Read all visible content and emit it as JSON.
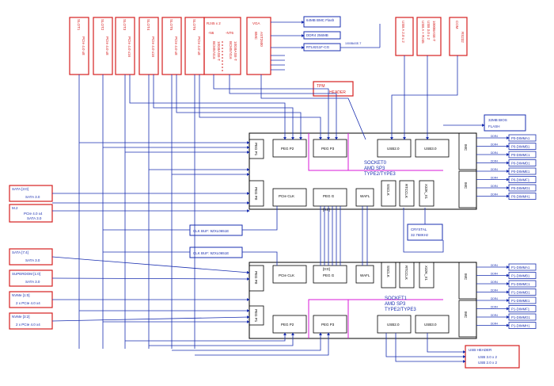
{
  "slots": [
    {
      "name": "SLOT1",
      "bus": "PCIe 4.0 x8"
    },
    {
      "name": "SLOT2",
      "bus": "PCIe 4.0 x8"
    },
    {
      "name": "SLOT3",
      "bus": "PCIe 4.0 x16"
    },
    {
      "name": "SLOT4",
      "bus": "PCIe 4.0 x16"
    },
    {
      "name": "SLOT5",
      "bus": "PCIe 4.0 x8"
    },
    {
      "name": "SLOT6",
      "bus": "PCIe 4.0 x8"
    }
  ],
  "rj45": {
    "title": "RJ45 x 2",
    "l1": "-N6",
    "l2": "-NT6",
    "p1": "BCM57416",
    "p2": "10GBASE-T",
    "p3": "BCM57416",
    "p4": "10GBASE-T"
  },
  "vga": {
    "title": "VGA",
    "chip": "BMC",
    "chip2": "AST2600"
  },
  "bmc_flash": "64MB BMC Flash",
  "ddr4": "DDR4 256MB",
  "rtl": "RTL8211F-CG",
  "rtl_side": "1000BASE-T",
  "usb_rear": {
    "a": "USB A 2.0 x 2",
    "b": "USB A + RJ45",
    "c": "USB 3.0 x 2",
    "d": "1000BASE-T",
    "com": "COM",
    "rs": "RS232"
  },
  "tpm": {
    "title": "TPM",
    "sub": "HEADER"
  },
  "bios": {
    "title": "32MB BIOS",
    "sub": "FLASH"
  },
  "socket0": {
    "name": "SOCKET0",
    "type": "AMD SP3",
    "gen": "TYPE2/TYPE3"
  },
  "socket1": {
    "name": "SOCKET1",
    "type": "AMD SP3",
    "gen": "TYPE2/TYPE3"
  },
  "blocks": {
    "pegp2": "PEG P2",
    "pegp3": "PEG P3",
    "pegp1": "PEG P1",
    "pegp0": "PEG P0",
    "usb20": "USB2.0",
    "usb30": "USB3.0",
    "pcieclk": "PCIe CLK",
    "pegg": "PEG G",
    "wafl": "WAFL",
    "ssclk": "SSCLK",
    "rtcclk": "RTCCLK",
    "x32k": "X32K_X1",
    "imc": "IMC",
    "g00": "[0:0]"
  },
  "left": [
    {
      "name": "SATA [3:0]",
      "sub": "SATA 3.0"
    },
    {
      "name": "M.2",
      "sub": "PCIe 4.0 x4",
      "sub2": "SATA 3.0"
    },
    {
      "name": "SATA [7:4]",
      "sub": "SATA 3.0"
    },
    {
      "name": "SUPERDOM [1:0]",
      "sub": "SATA 3.0"
    },
    {
      "name": "NVMe [1:0]",
      "sub": "2 x PCIe 4.0 x4"
    },
    {
      "name": "NVMe [3:2]",
      "sub": "2 x PCIe 4.0 x4"
    }
  ],
  "clkbuf": "CLK BUF: 9ZXL0651E",
  "crystal": {
    "l1": "CRYSTAL",
    "l2": "32.768KHz"
  },
  "dimms0": [
    "P0-DIMMA1",
    "P0-DIMMB1",
    "P0-DIMMC1",
    "P0-DIMMD1",
    "P0-DIMME1",
    "P0-DIMMF1",
    "P0-DIMMG1",
    "P0-DIMMH1"
  ],
  "dimms1": [
    "P1-DIMMA1",
    "P1-DIMMB1",
    "P1-DIMMC1",
    "P1-DIMMD1",
    "P1-DIMME1",
    "P1-DIMMF1",
    "P1-DIMMG1",
    "P1-DIMMH1"
  ],
  "ddr_label": "DDR4",
  "usbhdr": {
    "t": "USB HEADER",
    "a": "USB 3.0 x 2",
    "b": "USB 2.0 x 2"
  },
  "colors": {
    "red": "#d62020",
    "blue": "#1a2fb0",
    "magenta": "#d81ad8",
    "black": "#000000"
  }
}
